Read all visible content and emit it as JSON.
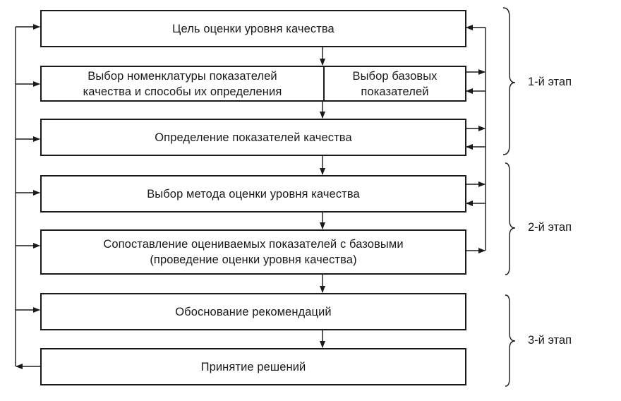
{
  "diagram": {
    "title": "Этапы оценки уровня качества",
    "boxes": {
      "goal": "Цель оценки уровня качества",
      "nomenclature": "Выбор номенклатуры показателей качества и способы их определения",
      "nomenclature_line1": "Выбор номенклатуры показателей",
      "nomenclature_line2": "качества и способы их определения",
      "base_indicators_line1": "Выбор базовых",
      "base_indicators_line2": "показателей",
      "determine_indicators": "Определение показателей качества",
      "choose_method": "Выбор метода оценки уровня качества",
      "compare_line1": "Сопоставление оцениваемых показателей с базовыми",
      "compare_line2": "(проведение оценки уровня качества)",
      "justify": "Обоснование рекомендаций",
      "decision": "Принятие решений"
    },
    "stages": [
      {
        "label": "1-й этап",
        "covers": [
          "goal",
          "nomenclature",
          "base_indicators",
          "determine_indicators"
        ]
      },
      {
        "label": "2-й этап",
        "covers": [
          "choose_method",
          "compare"
        ]
      },
      {
        "label": "3-й этап",
        "covers": [
          "justify",
          "decision"
        ]
      }
    ],
    "flows": [
      {
        "from": "goal",
        "to": "nomenclature",
        "type": "sequence"
      },
      {
        "from": "nomenclature",
        "to": "determine_indicators",
        "type": "sequence"
      },
      {
        "from": "determine_indicators",
        "to": "choose_method",
        "type": "sequence"
      },
      {
        "from": "choose_method",
        "to": "compare",
        "type": "sequence"
      },
      {
        "from": "compare",
        "to": "justify",
        "type": "sequence"
      },
      {
        "from": "justify",
        "to": "decision",
        "type": "sequence"
      },
      {
        "from": "decision",
        "to": "left-feedback-bus",
        "type": "feedback"
      },
      {
        "from": "left-feedback-bus",
        "to": [
          "goal",
          "nomenclature",
          "determine_indicators",
          "choose_method",
          "compare",
          "justify"
        ],
        "type": "feedback"
      },
      {
        "from": [
          "base_indicators",
          "determine_indicators",
          "choose_method",
          "compare"
        ],
        "to": "right-feedback-bus",
        "type": "feedback"
      },
      {
        "from": "right-feedback-bus",
        "to": [
          "goal",
          "base_indicators",
          "determine_indicators",
          "choose_method"
        ],
        "type": "feedback"
      }
    ],
    "colors": {
      "line": "#1a1a1a",
      "background": "#ffffff"
    }
  }
}
